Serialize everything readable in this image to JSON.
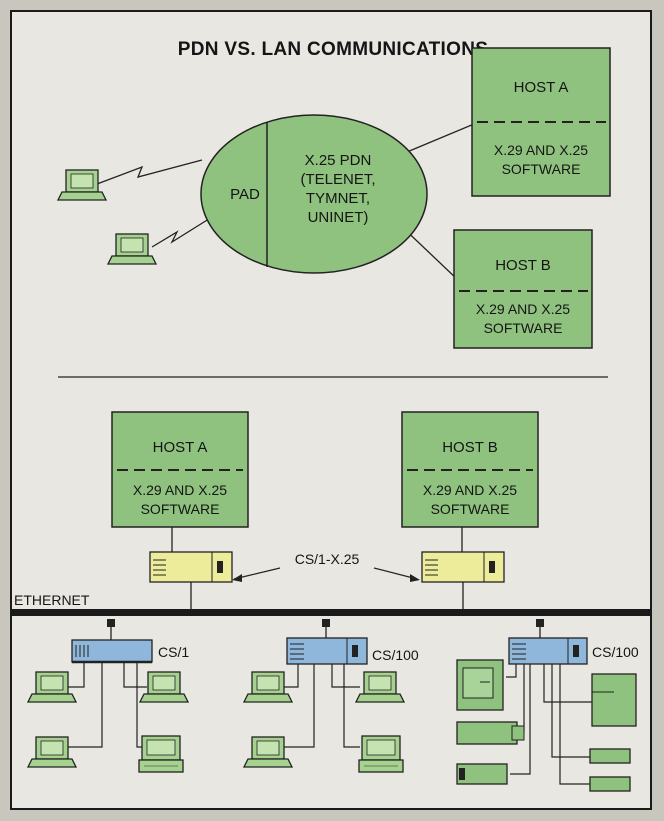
{
  "title": "PDN VS. LAN COMMUNICATIONS",
  "pdn": {
    "pad_label": "PAD",
    "network_lines": [
      "X.25 PDN",
      "(TELENET,",
      "TYMNET,",
      "UNINET)"
    ]
  },
  "hosts": {
    "a_label": "HOST A",
    "b_label": "HOST B",
    "software_lines": [
      "X.29 AND X.25",
      "SOFTWARE"
    ]
  },
  "lan": {
    "cs_label": "CS/1-X.25",
    "ethernet_label": "ETHERNET",
    "server1": "CS/1",
    "server2": "CS/100",
    "server3": "CS/100"
  },
  "colors": {
    "host_green": "#8fc27f",
    "terminal_green": "#a6d28f",
    "bridge_yellow": "#ecec9a",
    "server_blue": "#8fb7dc",
    "background": "#e9e7e1"
  }
}
